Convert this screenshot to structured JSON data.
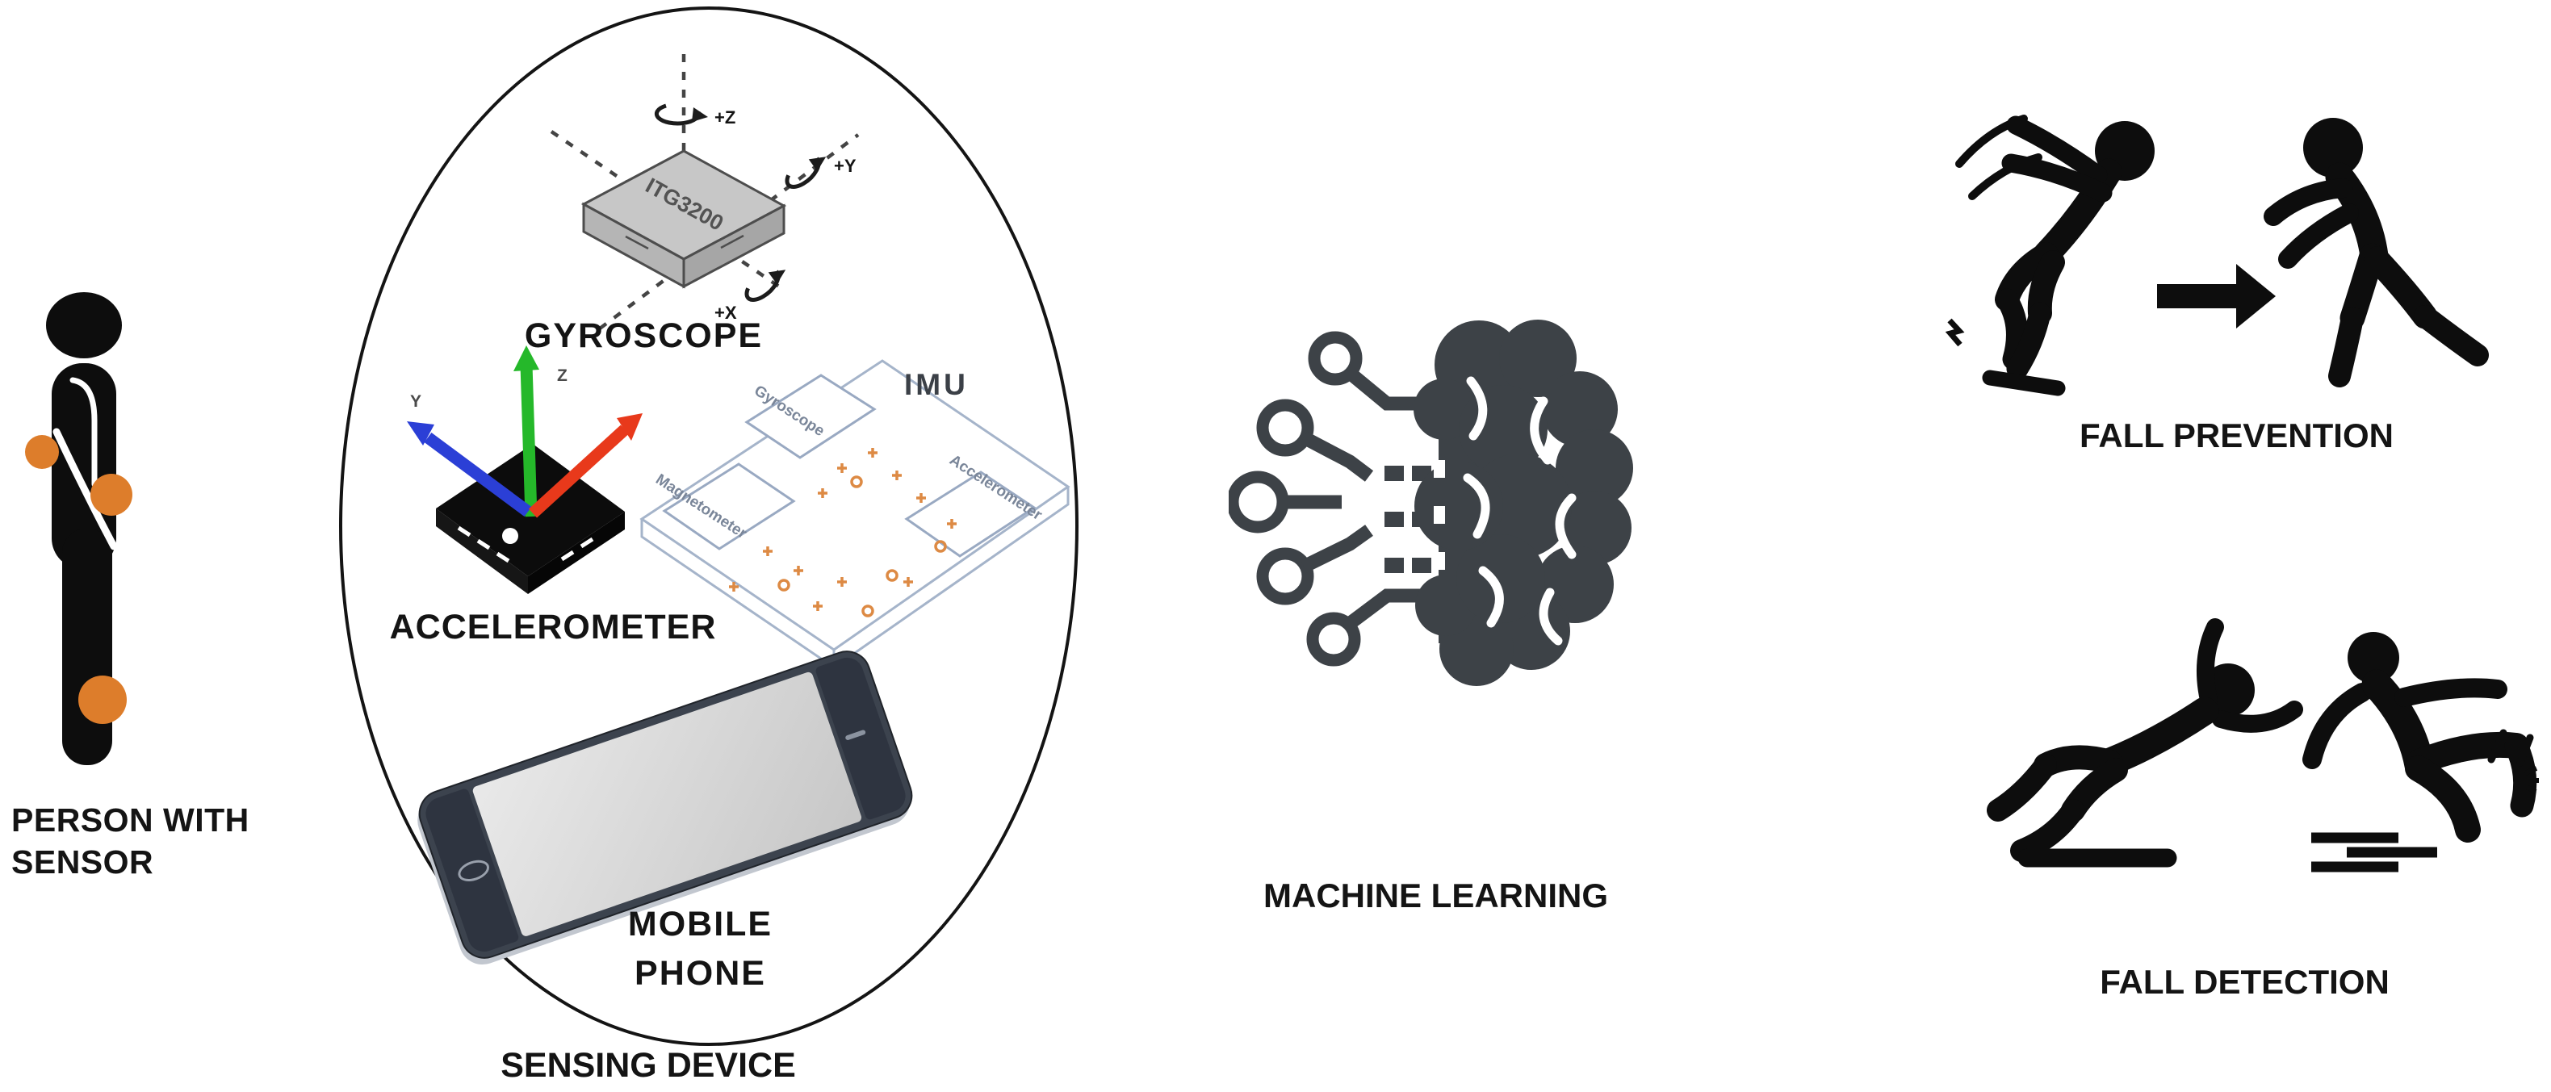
{
  "diagram": {
    "person": {
      "line1": "PERSON WITH",
      "line2": "SENSOR"
    },
    "sensing": {
      "title": "SENSING DEVICE",
      "gyroscope": {
        "label": "GYROSCOPE",
        "chip": "ITG3200",
        "z": "+Z",
        "y": "+Y",
        "x": "+X"
      },
      "accelerometer": {
        "label": "ACCELEROMETER",
        "y": "Y",
        "z": "Z"
      },
      "imu": {
        "label": "IMU",
        "chip1": "Gyroscope",
        "chip2": "Magnetometer",
        "chip3": "Accelerometer"
      },
      "phone": {
        "line1": "MOBILE",
        "line2": "PHONE"
      }
    },
    "ml": {
      "label": "MACHINE LEARNING"
    },
    "fall_prevention": {
      "label": "FALL PREVENTION"
    },
    "fall_detection": {
      "label": "FALL DETECTION"
    }
  },
  "colors": {
    "sensor_orange": "#dd7d2b",
    "axis_green": "#25b82a",
    "axis_blue": "#2b3fd6",
    "axis_red": "#e8391b",
    "ml_gray": "#3d4247",
    "imu_outline": "#a5b4ca",
    "imu_marks": "#dd8a44",
    "icon_black": "#0d0d0d",
    "phone_frame": "#3c434e",
    "phone_screen": "#d9d9d9"
  }
}
